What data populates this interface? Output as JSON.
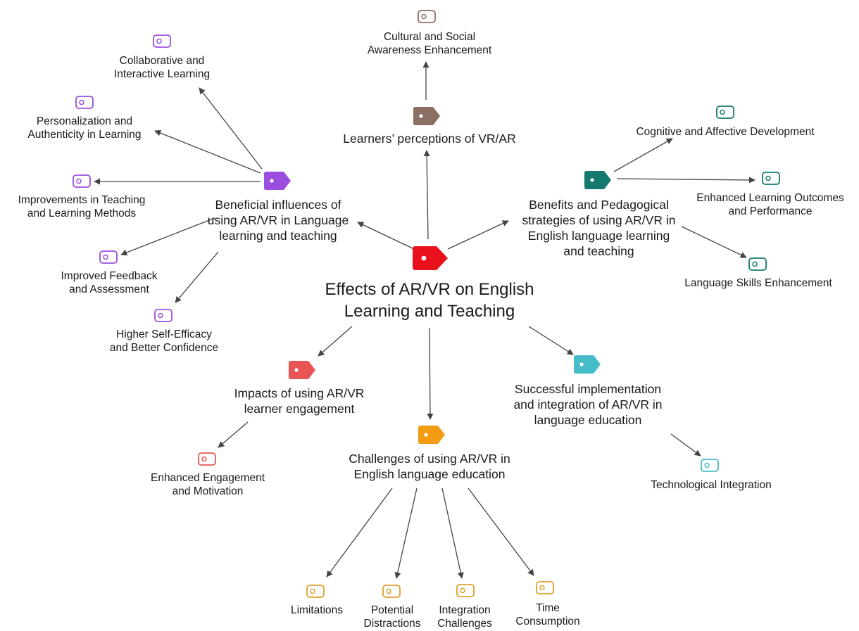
{
  "colors": {
    "root": "#e8111b",
    "benefits": "#9b4ee0",
    "perceptions": "#8b6e64",
    "pedagogy": "#137a6d",
    "engagement": "#e95454",
    "challenges": "#f39c12",
    "implementation": "#45bcc8",
    "arrow": "#444444"
  },
  "root": {
    "lines": [
      "Effects of AR/VR on English",
      "Learning and Teaching"
    ]
  },
  "branches": {
    "beneficial": {
      "lines": [
        "Beneficial influences of",
        "using AR/VR in Language",
        "learning and teaching"
      ]
    },
    "perceptions": {
      "lines": [
        "Learners’ perceptions of VR/AR"
      ]
    },
    "pedagogy": {
      "lines": [
        "Benefits and Pedagogical",
        "strategies of using AR/VR in",
        "English language learning",
        "and teaching"
      ]
    },
    "engagement": {
      "lines": [
        "Impacts of using AR/VR",
        "learner engagement"
      ]
    },
    "challenges": {
      "lines": [
        "Challenges of using AR/VR in",
        "English language education"
      ]
    },
    "implementation": {
      "lines": [
        "Successful implementation",
        "and integration of AR/VR in",
        "language education"
      ]
    }
  },
  "leaves": {
    "collaborative": {
      "lines": [
        "Collaborative and",
        "Interactive Learning"
      ]
    },
    "personalization": {
      "lines": [
        "Personalization and",
        "Authenticity in Learning"
      ]
    },
    "improvements": {
      "lines": [
        "Improvements in Teaching",
        "and Learning Methods"
      ]
    },
    "feedback": {
      "lines": [
        "Improved Feedback",
        "and Assessment"
      ]
    },
    "selfefficacy": {
      "lines": [
        "Higher Self-Efficacy",
        "and Better Confidence"
      ]
    },
    "cultural": {
      "lines": [
        "Cultural and Social",
        "Awareness Enhancement"
      ]
    },
    "cognitive": {
      "lines": [
        "Cognitive and Affective Development"
      ]
    },
    "outcomes": {
      "lines": [
        "Enhanced Learning Outcomes",
        "and Performance"
      ]
    },
    "skills": {
      "lines": [
        "Language Skills Enhancement"
      ]
    },
    "motivation": {
      "lines": [
        "Enhanced Engagement",
        "and Motivation"
      ]
    },
    "limitations": {
      "lines": [
        "Limitations"
      ]
    },
    "distractions": {
      "lines": [
        "Potential",
        "Distractions"
      ]
    },
    "integration_challenges": {
      "lines": [
        "Integration",
        "Challenges"
      ]
    },
    "time": {
      "lines": [
        "Time",
        "Consumption"
      ]
    },
    "technological": {
      "lines": [
        "Technological Integration"
      ]
    }
  }
}
